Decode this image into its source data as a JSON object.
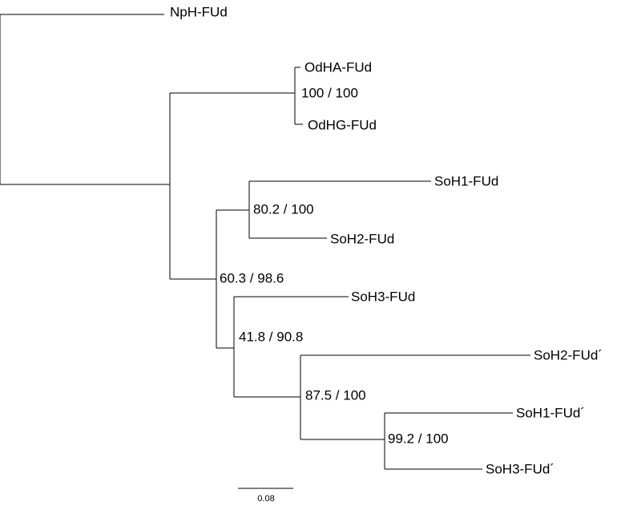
{
  "tree": {
    "leaves": {
      "npH": "NpH-FUd",
      "odHA": "OdHA-FUd",
      "odHG": "OdHG-FUd",
      "soH1": "SoH1-FUd",
      "soH2": "SoH2-FUd",
      "soH3": "SoH3-FUd",
      "soH2p": "SoH2-FUd´",
      "soH1p": "SoH1-FUd´",
      "soH3p": "SoH3-FUd´"
    },
    "support": {
      "odh_clade": "100 / 100",
      "soh12_clade": "80.2 / 100",
      "soh_all_clade": "60.3 / 98.6",
      "soh3_prime_clade": "41.8 / 90.8",
      "prime_clade": "87.5 / 100",
      "soh13p_clade": "99.2 / 100"
    },
    "scale_bar": {
      "label": "0.08"
    }
  }
}
